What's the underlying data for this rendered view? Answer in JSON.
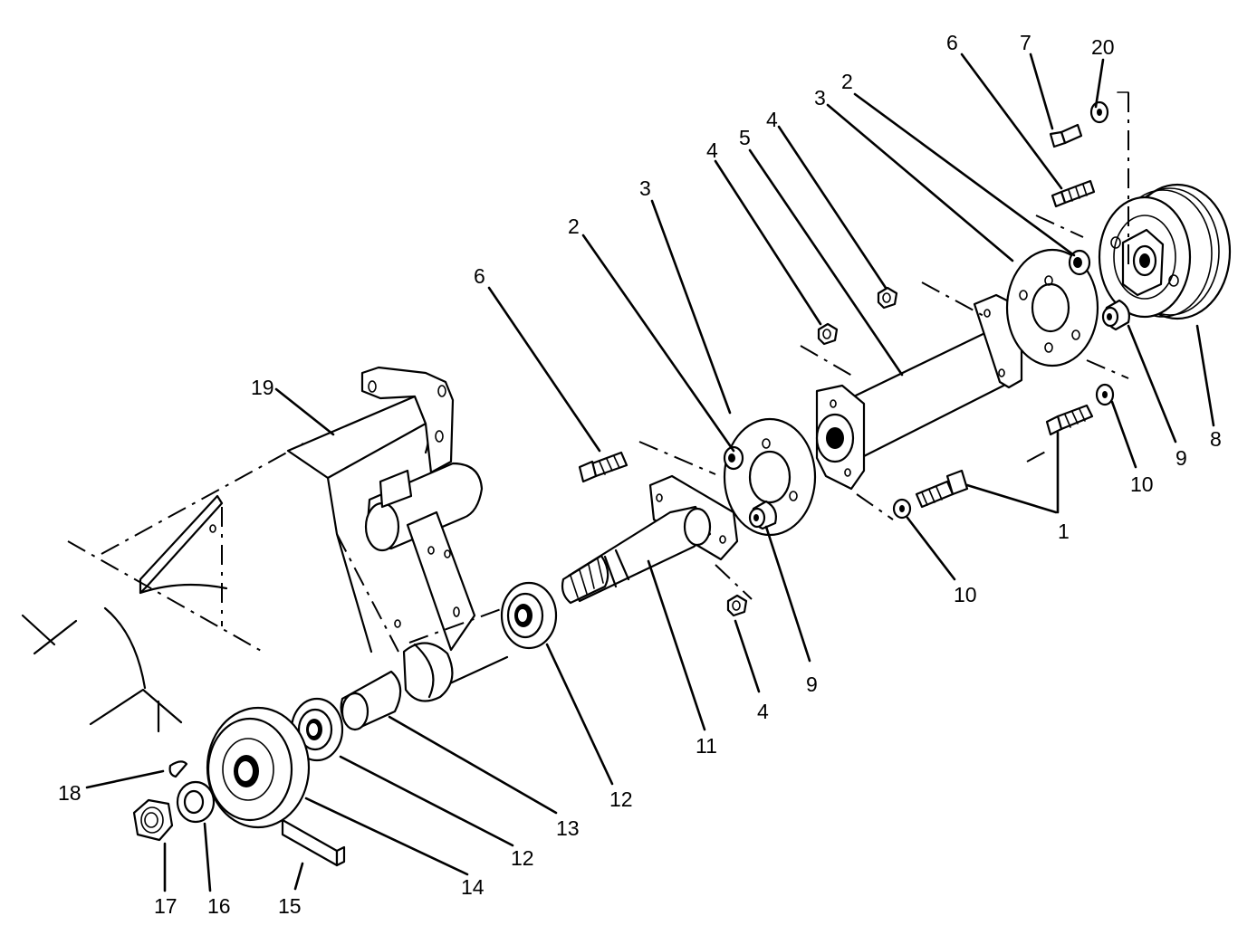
{
  "callouts": {
    "c1": "1",
    "c2a": "2",
    "c2b": "2",
    "c3a": "3",
    "c3b": "3",
    "c4a": "4",
    "c4b": "4",
    "c4c": "4",
    "c5": "5",
    "c6a": "6",
    "c6b": "6",
    "c7": "7",
    "c8": "8",
    "c9a": "9",
    "c9b": "9",
    "c10a": "10",
    "c10b": "10",
    "c11": "11",
    "c12a": "12",
    "c12b": "12",
    "c13": "13",
    "c14": "14",
    "c15": "15",
    "c16": "16",
    "c17": "17",
    "c18": "18",
    "c19": "19",
    "c20": "20"
  }
}
